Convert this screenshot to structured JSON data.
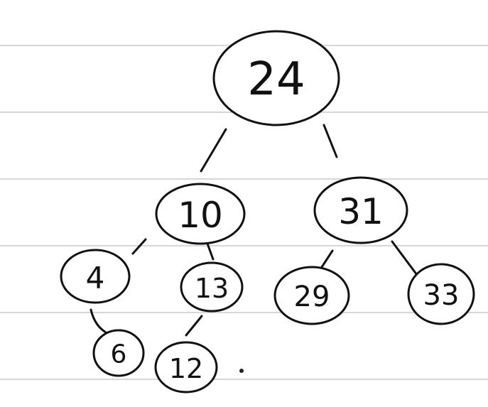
{
  "tree": {
    "nodes": [
      {
        "id": "n24",
        "label": "24"
      },
      {
        "id": "n10",
        "label": "10"
      },
      {
        "id": "n31",
        "label": "31"
      },
      {
        "id": "n4",
        "label": "4"
      },
      {
        "id": "n13",
        "label": "13"
      },
      {
        "id": "n29",
        "label": "29"
      },
      {
        "id": "n33",
        "label": "33"
      },
      {
        "id": "n6",
        "label": "6"
      },
      {
        "id": "n12",
        "label": "12"
      }
    ],
    "edges": [
      {
        "from": "n24",
        "to": "n10"
      },
      {
        "from": "n24",
        "to": "n31"
      },
      {
        "from": "n10",
        "to": "n4"
      },
      {
        "from": "n10",
        "to": "n13"
      },
      {
        "from": "n31",
        "to": "n29"
      },
      {
        "from": "n31",
        "to": "n33"
      },
      {
        "from": "n4",
        "to": "n6"
      },
      {
        "from": "n13",
        "to": "n12"
      }
    ]
  },
  "colors": {
    "ink": "#111111",
    "paper": "#ffffff",
    "rule": "#c9c9cf"
  }
}
